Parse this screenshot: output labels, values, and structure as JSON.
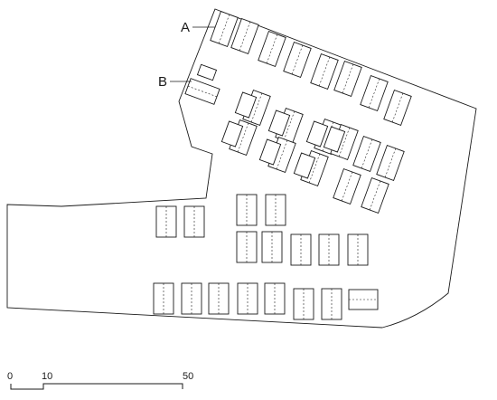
{
  "labels": {
    "a": "A",
    "b": "B"
  },
  "scale_bar": {
    "ticks": [
      "0",
      "10",
      "50"
    ]
  }
}
